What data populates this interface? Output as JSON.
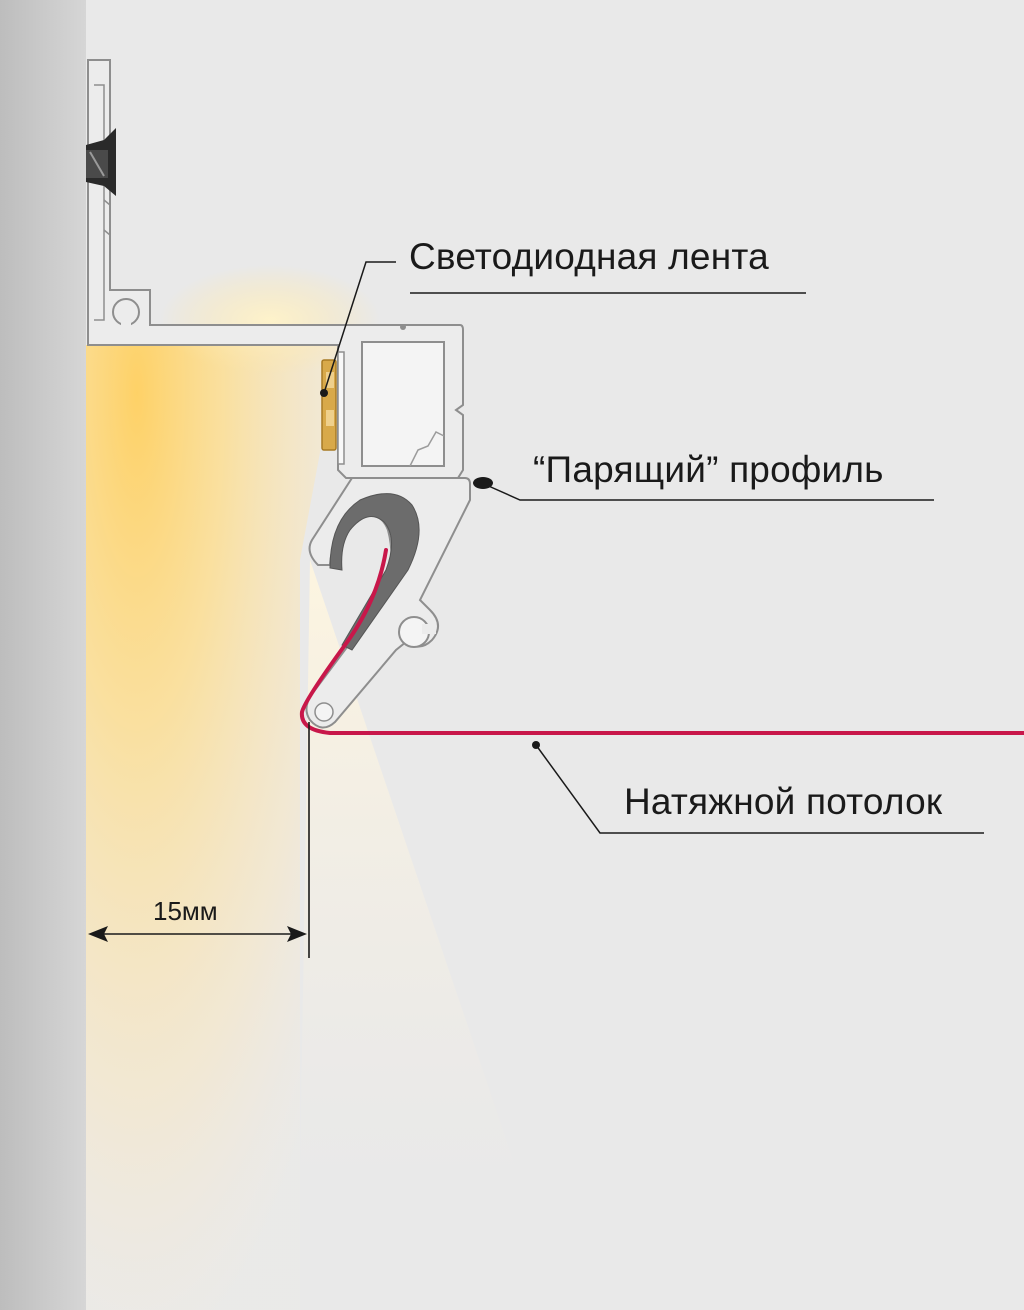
{
  "diagram": {
    "labels": {
      "led_strip": "Светодиодная лента",
      "floating_profile": "“Парящий” профиль",
      "stretch_ceiling": "Натяжной потолок",
      "gap_dimension": "15мм"
    },
    "colors": {
      "background": "#e9e9e9",
      "wall": "#c9c9c9",
      "profile_fill": "#ececec",
      "profile_stroke": "#8e8e8e",
      "glow": "#ffd774",
      "ceiling_film": "#c8174a",
      "harpoon_insert": "#6c6c6c",
      "leader_line": "#1a1a1a"
    }
  }
}
